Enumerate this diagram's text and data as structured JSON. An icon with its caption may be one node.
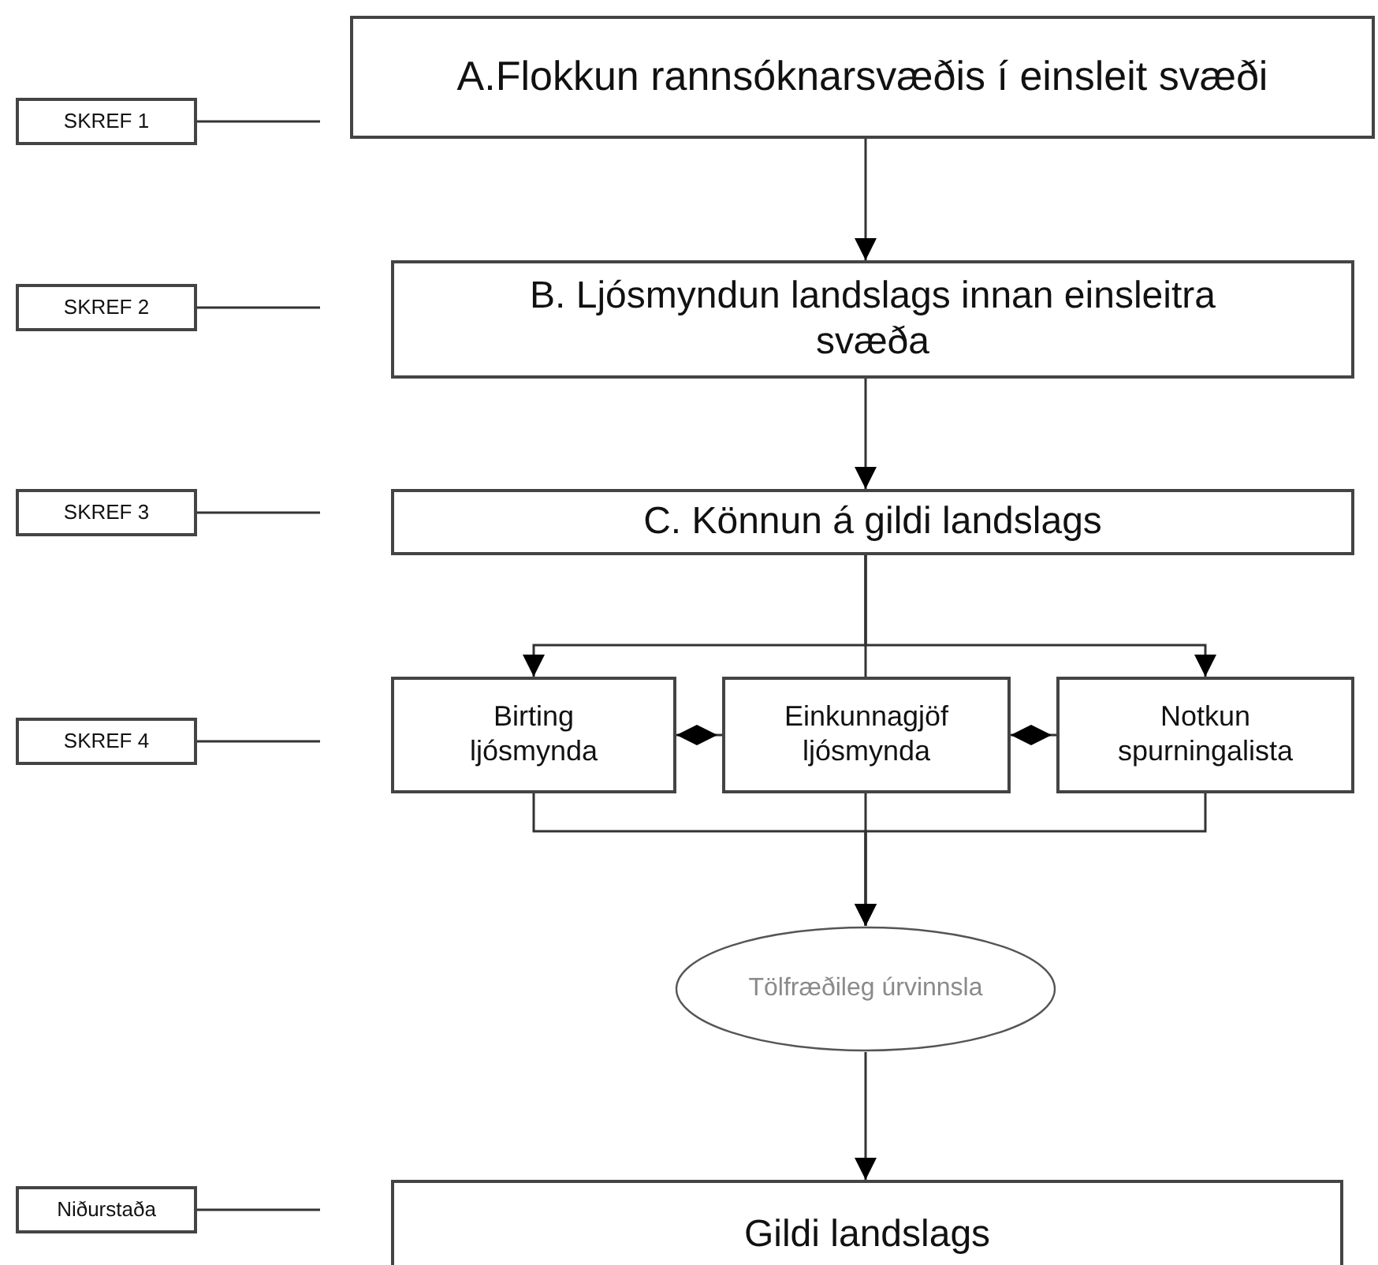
{
  "diagram": {
    "nodes": [
      {
        "text": [
          "SKREF 1"
        ]
      },
      {
        "text": [
          "A.Flokkun rannsóknarsvæðis í einsleit svæði"
        ]
      },
      {
        "text": [
          "SKREF 2"
        ]
      },
      {
        "text": [
          "B. Ljósmyndun landslags innan einsleitra svæða"
        ]
      },
      {
        "text": [
          "SKREF 3"
        ]
      },
      {
        "text": [
          "C. Könnun á gildi landslags"
        ]
      },
      {
        "text": [
          "SKREF 4"
        ]
      },
      {
        "text": [
          "Birting ljósmynda"
        ]
      },
      {
        "text": [
          "Einkunnagjöf ljósmynda"
        ]
      },
      {
        "text": [
          "Notkun spurningalista"
        ]
      },
      {
        "text": [
          "Tölfræðileg úrvinnsla"
        ]
      },
      {
        "text": [
          "Niðurstaða"
        ]
      },
      {
        "text": [
          "Gildi landslags"
        ]
      }
    ],
    "edges": [
      {
        "from": 0,
        "to": null,
        "arrow": "none"
      },
      {
        "from": 2,
        "to": null,
        "arrow": "none"
      },
      {
        "from": 4,
        "to": null,
        "arrow": "none"
      },
      {
        "from": 6,
        "to": null,
        "arrow": "none"
      },
      {
        "from": 11,
        "to": null,
        "arrow": "none"
      },
      {
        "from": 1,
        "to": 3,
        "arrow": "to"
      },
      {
        "from": 3,
        "to": 5,
        "arrow": "to"
      },
      {
        "from": 5,
        "to": 7,
        "arrow": "to"
      },
      {
        "from": 5,
        "to": 9,
        "arrow": "to"
      },
      {
        "from": 5,
        "to": 8,
        "arrow": "none"
      },
      {
        "from": 7,
        "to": 8,
        "arrow": "other"
      },
      {
        "from": 8,
        "to": 9,
        "arrow": "other"
      },
      {
        "from": 7,
        "to": 10,
        "arrow": "to"
      },
      {
        "from": 8,
        "to": 10,
        "arrow": "to"
      },
      {
        "from": 9,
        "to": 10,
        "arrow": "to"
      },
      {
        "from": 10,
        "to": 12,
        "arrow": "to"
      }
    ]
  }
}
